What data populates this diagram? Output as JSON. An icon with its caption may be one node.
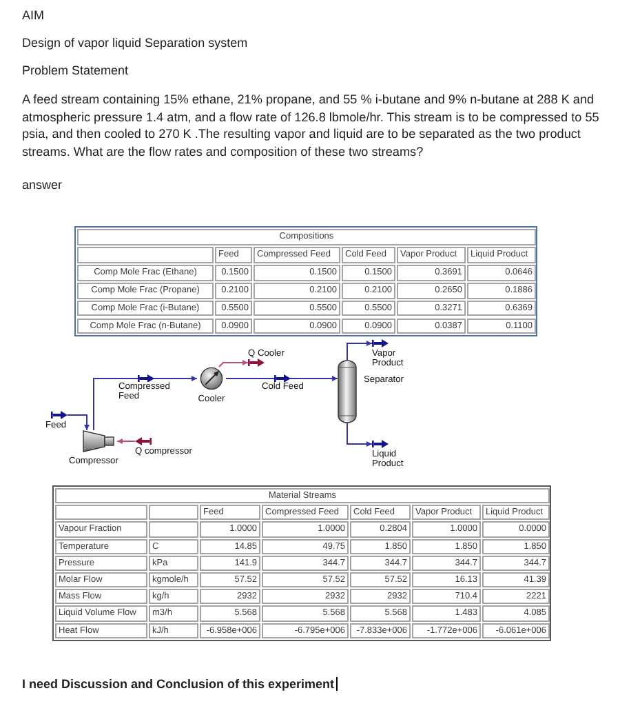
{
  "diagram": {
    "nodes": [
      {
        "text": [
          "Feed"
        ]
      },
      {
        "text": [
          "Compressor"
        ]
      },
      {
        "text": [
          "Q compressor"
        ]
      },
      {
        "text": [
          "Cooler"
        ]
      },
      {
        "text": [
          "Q Cooler"
        ]
      },
      {
        "text": [
          "Separator"
        ]
      },
      {
        "text": [
          "Vapor Product"
        ]
      },
      {
        "text": [
          "Liquid Product"
        ]
      }
    ],
    "edges": [
      {
        "from": 0,
        "to": 1,
        "arrow": "to"
      },
      {
        "from": 2,
        "to": 1,
        "arrow": "to",
        "color": "#b8507e"
      },
      {
        "from": 1,
        "to": 3,
        "arrow": "to",
        "label": "Compressed Feed"
      },
      {
        "from": 3,
        "to": 4,
        "arrow": "to",
        "color": "#b8507e"
      },
      {
        "from": 3,
        "to": 5,
        "arrow": "to",
        "label": "Cold Feed"
      },
      {
        "from": 5,
        "to": 6,
        "arrow": "to"
      },
      {
        "from": 5,
        "to": 7,
        "arrow": "to"
      }
    ],
    "labels": [
      "AIM",
      "Design of vapor liquid Separation system",
      "Problem Statement",
      "A feed stream containing 15% ethane, 21% propane, and 55 % i-butane and 9% n-butane at 288 K and atmospheric pressure 1.4 atm, and a flow rate of 126.8 lbmole/hr. This stream is to be compressed to 55 psia, and then cooled to 270 K .The resulting vapor and liquid are to be separated as the two product streams. What are the flow rates and composition of these two streams?",
      "answer",
      "Compositions",
      "Feed",
      "Compressed Feed",
      "Cold Feed",
      "Vapor Product",
      "Liquid Product",
      "Comp Mole Frac (Ethane)",
      "0.1500",
      "0.1500",
      "0.1500",
      "0.3691",
      "0.0646",
      "Comp Mole Frac (Propane)",
      "0.2100",
      "0.2100",
      "0.2100",
      "0.2650",
      "0.1886",
      "Comp Mole Frac (i-Butane)",
      "0.5500",
      "0.5500",
      "0.5500",
      "0.3271",
      "0.6369",
      "Comp Mole Frac (n-Butane)",
      "0.0900",
      "0.0900",
      "0.0900",
      "0.0387",
      "0.1100",
      "Material Streams",
      "Feed",
      "Compressed Feed",
      "Cold Feed",
      "Vapor Product",
      "Liquid Product",
      "Vapour Fraction",
      "1.0000",
      "1.0000",
      "0.2804",
      "1.0000",
      "0.0000",
      "Temperature",
      "C",
      "14.85",
      "49.75",
      "1.850",
      "1.850",
      "1.850",
      "Pressure",
      "kPa",
      "141.9",
      "344.7",
      "344.7",
      "344.7",
      "344.7",
      "Molar Flow",
      "kgmole/h",
      "57.52",
      "57.52",
      "57.52",
      "16.13",
      "41.39",
      "Mass Flow",
      "kg/h",
      "2932",
      "2932",
      "2932",
      "710.4",
      "2221",
      "Liquid Volume Flow",
      "m3/h",
      "5.568",
      "5.568",
      "5.568",
      "1.483",
      "4.085",
      "Heat Flow",
      "kJ/h",
      "-6.958e+006",
      "-6.795e+006",
      "-7.833e+006",
      "-1.772e+006",
      "-6.061e+006",
      "I need Discussion and Conclusion of this experiment"
    ]
  }
}
